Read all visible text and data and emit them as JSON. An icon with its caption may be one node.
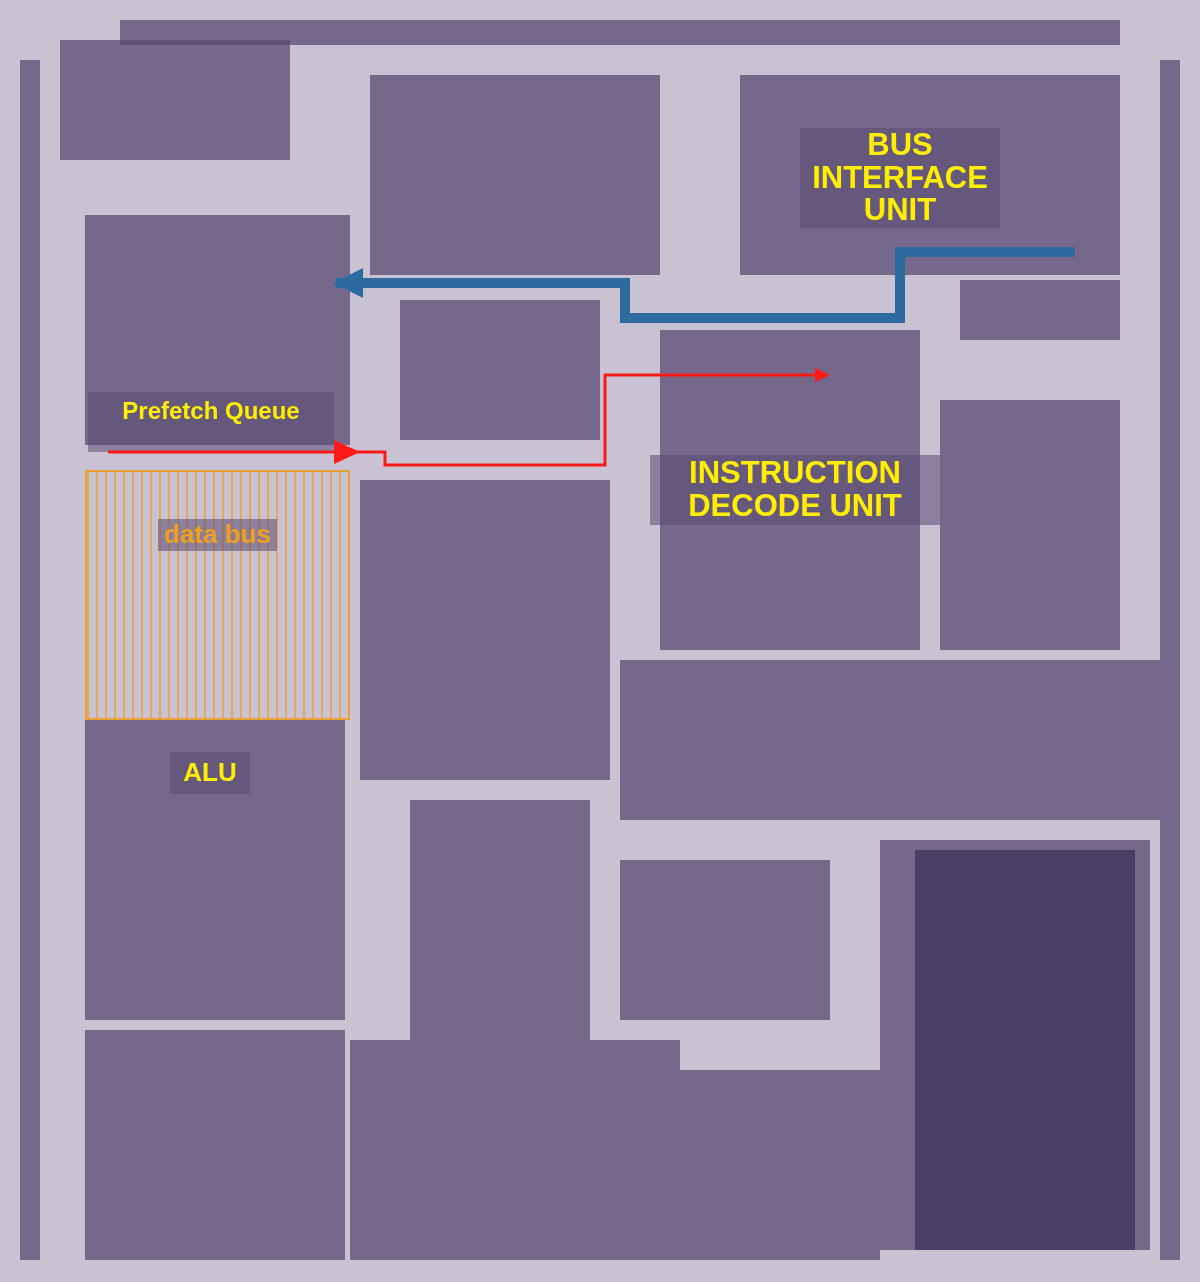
{
  "diagram": {
    "nodes": [
      {
        "text": [
          "BUS INTERFACE UNIT"
        ]
      },
      {
        "text": [
          "Prefetch Queue"
        ]
      },
      {
        "text": [
          "data bus"
        ]
      },
      {
        "text": [
          "ALU"
        ]
      },
      {
        "text": [
          "INSTRUCTION DECODE UNIT"
        ]
      }
    ],
    "edges": [
      {
        "from": 0,
        "to": 1,
        "arrow": "to",
        "style": "thick",
        "color": "#2d6aa0"
      },
      {
        "from": 1,
        "to": 4,
        "arrow": "to",
        "color": "#ff1a1a"
      }
    ]
  }
}
